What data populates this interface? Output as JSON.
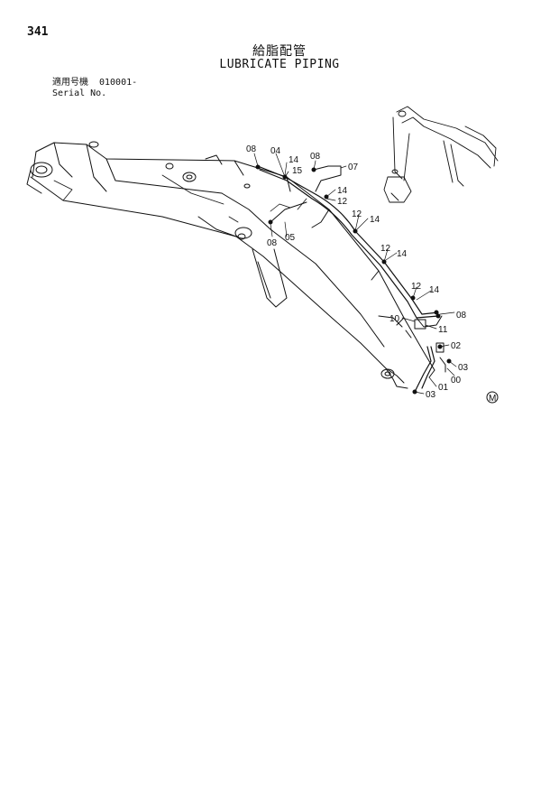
{
  "page_number": "341",
  "title_ja": "給脂配管",
  "title_en": "LUBRICATE PIPING",
  "applicability": {
    "label_ja": "適用号機",
    "serial_from": "010001-",
    "label_en": "Serial No."
  },
  "callouts": {
    "c08a": "08",
    "c04": "04",
    "c14a": "14",
    "c15": "15",
    "c08b": "08",
    "c07": "07",
    "c14b": "14",
    "c12a": "12",
    "c12b": "12",
    "c14c": "14",
    "c08c": "08",
    "c05": "05",
    "c12c": "12",
    "c14d": "14",
    "c12d": "12",
    "c14e": "14",
    "c08d": "08",
    "c10": "10",
    "c11": "11",
    "c02": "02",
    "c03a": "03",
    "c00": "00",
    "c01": "01",
    "c03b": "03"
  },
  "marker": "M"
}
